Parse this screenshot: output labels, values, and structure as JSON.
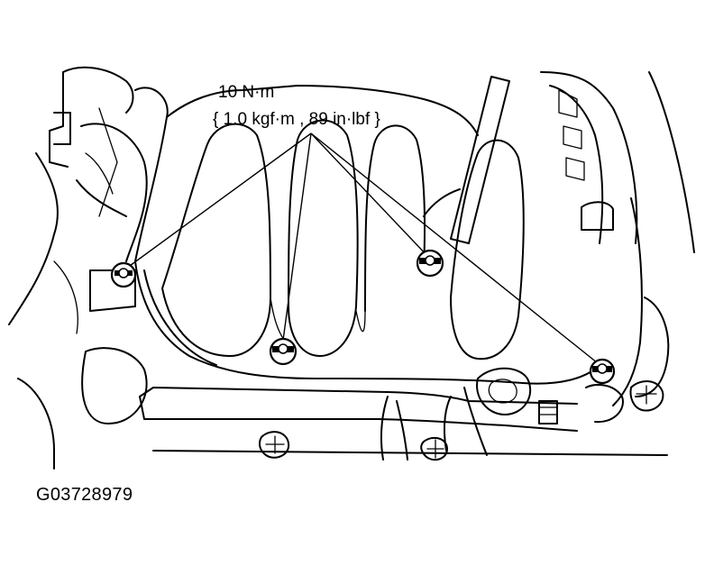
{
  "callout": {
    "torque_value": "10 N·m",
    "torque_alt": "{ 1.0 kgf·m , 89 in·lbf }"
  },
  "figure_code": "G03728979",
  "colors": {
    "line": "#000000",
    "background": "#ffffff"
  }
}
